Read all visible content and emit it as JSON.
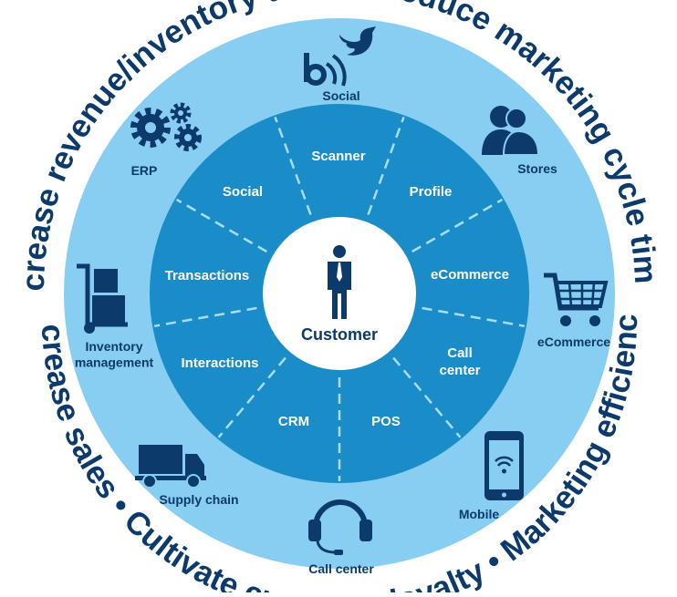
{
  "arc_phrases": [
    {
      "text": "Increase revenue/inventory turns"
    },
    {
      "text": "Reduce marketing cycle times"
    },
    {
      "text": "Marketing efficiency"
    },
    {
      "text": "Cultivate customer loyalty"
    },
    {
      "text": "Increase sales"
    }
  ],
  "center": {
    "label": "Customer",
    "icon": "person-icon"
  },
  "inner_segments": [
    "Scanner",
    "Profile",
    "eCommerce",
    "Call center",
    "POS",
    "CRM",
    "Interactions",
    "Transactions",
    "Social"
  ],
  "outer_channels": [
    {
      "label": "Social",
      "icon": "social-twitter-icon"
    },
    {
      "label": "Stores",
      "icon": "people-icon"
    },
    {
      "label": "eCommerce",
      "icon": "shopping-cart-icon"
    },
    {
      "label": "Mobile",
      "icon": "mobile-phone-icon"
    },
    {
      "label": "Call center",
      "icon": "headset-icon"
    },
    {
      "label": "Supply chain",
      "icon": "truck-icon"
    },
    {
      "label": "Inventory management",
      "icon": "hand-truck-icon"
    },
    {
      "label": "ERP",
      "icon": "gears-icon"
    }
  ],
  "colors": {
    "outer_ring": "#88cef2",
    "inner_ring": "#1a8cc8",
    "center": "#ffffff",
    "dark_navy": "#0b3a6b",
    "dash": "#a9ddf6"
  }
}
